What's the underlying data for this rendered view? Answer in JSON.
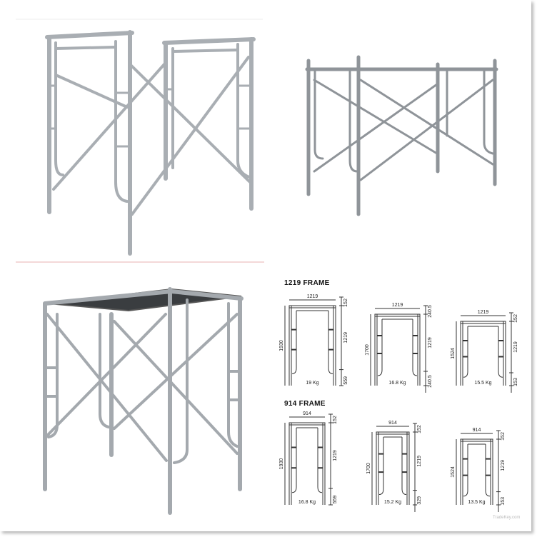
{
  "photos": [
    {
      "name": "scaffold-frame-pair-photo",
      "color": "#a9aeb3"
    },
    {
      "name": "scaffold-frame-set-photo",
      "color": "#8f9499"
    },
    {
      "name": "scaffold-tower-with-planks-photo",
      "color": "#a4a9ae"
    }
  ],
  "diagrams": {
    "group_1219": {
      "title": "1219 FRAME",
      "frames": [
        {
          "width": "1219",
          "height": "1930",
          "top": "152",
          "mid": "1219",
          "bottom": "559",
          "weight": "19 Kg"
        },
        {
          "width": "1219",
          "height": "1700",
          "top": "240.5",
          "mid": "1219",
          "bottom": "240.5",
          "weight": "16.8 Kg"
        },
        {
          "width": "1219",
          "height": "1524",
          "top": "152",
          "mid": "1219",
          "bottom": "153",
          "weight": "15.5 Kg"
        }
      ]
    },
    "group_914": {
      "title": "914 FRAME",
      "frames": [
        {
          "width": "914",
          "height": "1930",
          "top": "152",
          "mid": "1219",
          "bottom": "559",
          "weight": "16.8 Kg"
        },
        {
          "width": "914",
          "height": "1700",
          "top": "152",
          "mid": "1219",
          "bottom": "329",
          "weight": "15.2 Kg"
        },
        {
          "width": "914",
          "height": "1524",
          "top": "152",
          "mid": "1219",
          "bottom": "153",
          "weight": "13.5 Kg"
        }
      ]
    },
    "watermark": "TradeKey.com"
  },
  "colors": {
    "separator": "#e8b0b0",
    "tube": "#a9aeb3",
    "line": "#333333"
  }
}
